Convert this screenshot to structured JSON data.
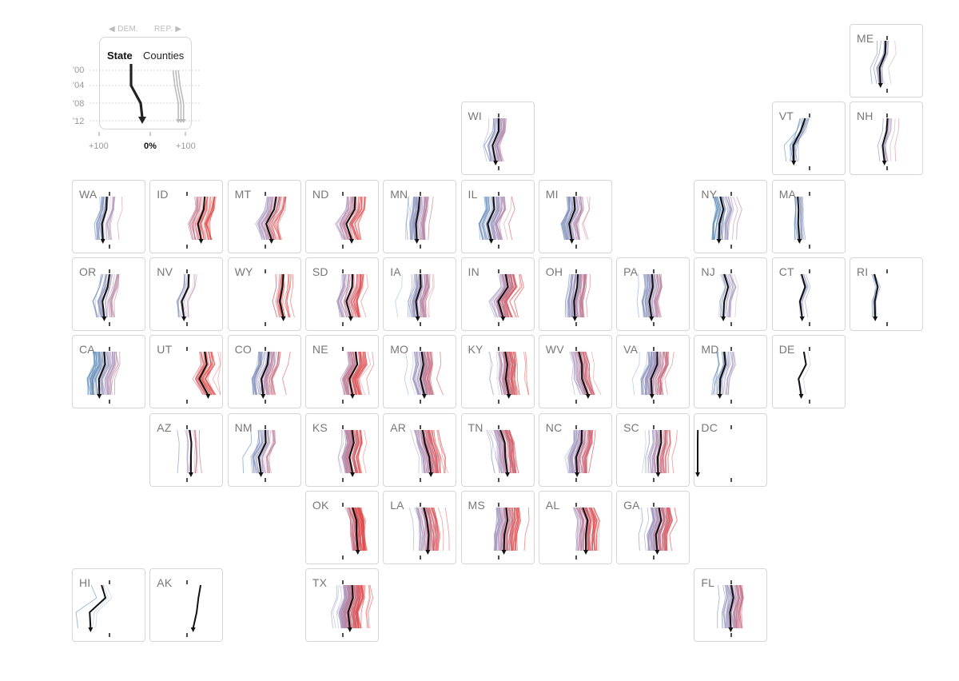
{
  "legend": {
    "dem_label": "◀ DEM.",
    "rep_label": "REP. ▶",
    "state_label": "State",
    "counties_label": "Counties",
    "years": [
      "'00",
      "'04",
      "'08",
      "'12"
    ],
    "left_tick": "+100",
    "center_tick": "0%",
    "right_tick": "+100"
  },
  "colors": {
    "dem": "#5b8db8",
    "rep": "#e04a4a",
    "state_line": "#111111",
    "border": "#d6d6d6"
  },
  "chart_data": {
    "type": "line",
    "x": [
      "'00",
      "'04",
      "'08",
      "'12"
    ],
    "x_range": [
      -100,
      100
    ],
    "grid": false,
    "states": [
      {
        "abbr": "ME",
        "row": 0,
        "col": 10,
        "county_count": 16,
        "county_spread": 6,
        "state_margin": [
          -3,
          -4,
          -17,
          -15
        ]
      },
      {
        "abbr": "WI",
        "row": 1,
        "col": 5,
        "county_count": 40,
        "county_spread": 16,
        "state_margin": [
          0,
          0,
          -14,
          -7
        ]
      },
      {
        "abbr": "VT",
        "row": 1,
        "col": 9,
        "county_count": 14,
        "county_spread": 8,
        "state_margin": [
          -10,
          -20,
          -37,
          -36
        ]
      },
      {
        "abbr": "NH",
        "row": 1,
        "col": 10,
        "county_count": 10,
        "county_spread": 7,
        "state_margin": [
          1,
          -1,
          -10,
          -6
        ]
      },
      {
        "abbr": "WA",
        "row": 2,
        "col": 0,
        "county_count": 30,
        "county_spread": 20,
        "state_margin": [
          -6,
          -7,
          -17,
          -15
        ]
      },
      {
        "abbr": "ID",
        "row": 2,
        "col": 1,
        "county_count": 40,
        "county_spread": 22,
        "state_margin": [
          40,
          38,
          25,
          32
        ]
      },
      {
        "abbr": "MT",
        "row": 2,
        "col": 2,
        "county_count": 45,
        "county_spread": 22,
        "state_margin": [
          25,
          20,
          2,
          14
        ]
      },
      {
        "abbr": "ND",
        "row": 2,
        "col": 3,
        "county_count": 45,
        "county_spread": 22,
        "state_margin": [
          28,
          27,
          8,
          20
        ]
      },
      {
        "abbr": "MN",
        "row": 2,
        "col": 4,
        "county_count": 50,
        "county_spread": 18,
        "state_margin": [
          -2,
          -4,
          -10,
          -8
        ]
      },
      {
        "abbr": "IL",
        "row": 2,
        "col": 5,
        "county_count": 55,
        "county_spread": 22,
        "state_margin": [
          -12,
          -10,
          -25,
          -17
        ]
      },
      {
        "abbr": "MI",
        "row": 2,
        "col": 6,
        "county_count": 50,
        "county_spread": 18,
        "state_margin": [
          -5,
          -3,
          -16,
          -10
        ]
      },
      {
        "abbr": "NY",
        "row": 2,
        "col": 8,
        "county_count": 45,
        "county_spread": 20,
        "state_margin": [
          -25,
          -18,
          -27,
          -28
        ]
      },
      {
        "abbr": "MA",
        "row": 2,
        "col": 9,
        "county_count": 14,
        "county_spread": 10,
        "state_margin": [
          -27,
          -25,
          -26,
          -23
        ]
      },
      {
        "abbr": "OR",
        "row": 3,
        "col": 0,
        "county_count": 34,
        "county_spread": 22,
        "state_margin": [
          0,
          -4,
          -16,
          -12
        ]
      },
      {
        "abbr": "NV",
        "row": 3,
        "col": 1,
        "county_count": 16,
        "county_spread": 18,
        "state_margin": [
          4,
          3,
          -12,
          -7
        ]
      },
      {
        "abbr": "WY",
        "row": 3,
        "col": 2,
        "county_count": 23,
        "county_spread": 18,
        "state_margin": [
          41,
          39,
          33,
          41
        ]
      },
      {
        "abbr": "SD",
        "row": 3,
        "col": 3,
        "county_count": 50,
        "county_spread": 22,
        "state_margin": [
          22,
          21,
          8,
          18
        ]
      },
      {
        "abbr": "IA",
        "row": 3,
        "col": 4,
        "county_count": 60,
        "county_spread": 18,
        "state_margin": [
          0,
          1,
          -10,
          -6
        ]
      },
      {
        "abbr": "IN",
        "row": 3,
        "col": 5,
        "county_count": 60,
        "county_spread": 18,
        "state_margin": [
          16,
          21,
          -1,
          10
        ]
      },
      {
        "abbr": "OH",
        "row": 3,
        "col": 6,
        "county_count": 60,
        "county_spread": 18,
        "state_margin": [
          4,
          2,
          -5,
          -3
        ]
      },
      {
        "abbr": "PA",
        "row": 3,
        "col": 7,
        "county_count": 50,
        "county_spread": 20,
        "state_margin": [
          -4,
          -2,
          -10,
          -5
        ]
      },
      {
        "abbr": "NJ",
        "row": 3,
        "col": 8,
        "county_count": 21,
        "county_spread": 14,
        "state_margin": [
          -16,
          -7,
          -16,
          -18
        ]
      },
      {
        "abbr": "CT",
        "row": 3,
        "col": 9,
        "county_count": 8,
        "county_spread": 8,
        "state_margin": [
          -18,
          -10,
          -22,
          -17
        ]
      },
      {
        "abbr": "RI",
        "row": 3,
        "col": 10,
        "county_count": 5,
        "county_spread": 6,
        "state_margin": [
          -29,
          -21,
          -28,
          -27
        ]
      },
      {
        "abbr": "CA",
        "row": 4,
        "col": 0,
        "county_count": 58,
        "county_spread": 26,
        "state_margin": [
          -12,
          -10,
          -24,
          -23
        ]
      },
      {
        "abbr": "UT",
        "row": 4,
        "col": 1,
        "county_count": 29,
        "county_spread": 16,
        "state_margin": [
          40,
          45,
          28,
          48
        ]
      },
      {
        "abbr": "CO",
        "row": 4,
        "col": 2,
        "county_count": 55,
        "county_spread": 24,
        "state_margin": [
          8,
          5,
          -9,
          -5
        ]
      },
      {
        "abbr": "NE",
        "row": 4,
        "col": 3,
        "county_count": 60,
        "county_spread": 20,
        "state_margin": [
          29,
          33,
          15,
          22
        ]
      },
      {
        "abbr": "MO",
        "row": 4,
        "col": 4,
        "county_count": 65,
        "county_spread": 18,
        "state_margin": [
          3,
          7,
          0,
          9
        ]
      },
      {
        "abbr": "KY",
        "row": 4,
        "col": 5,
        "county_count": 65,
        "county_spread": 18,
        "state_margin": [
          15,
          20,
          16,
          23
        ]
      },
      {
        "abbr": "WV",
        "row": 4,
        "col": 6,
        "county_count": 45,
        "county_spread": 16,
        "state_margin": [
          6,
          13,
          13,
          27
        ]
      },
      {
        "abbr": "VA",
        "row": 4,
        "col": 7,
        "county_count": 70,
        "county_spread": 24,
        "state_margin": [
          8,
          8,
          -6,
          -4
        ]
      },
      {
        "abbr": "MD",
        "row": 4,
        "col": 8,
        "county_count": 24,
        "county_spread": 18,
        "state_margin": [
          -16,
          -13,
          -25,
          -26
        ]
      },
      {
        "abbr": "DE",
        "row": 4,
        "col": 9,
        "county_count": 3,
        "county_spread": 8,
        "state_margin": [
          -13,
          -8,
          -25,
          -19
        ]
      },
      {
        "abbr": "AZ",
        "row": 5,
        "col": 1,
        "county_count": 15,
        "county_spread": 12,
        "state_margin": [
          6,
          10,
          9,
          9
        ]
      },
      {
        "abbr": "NM",
        "row": 5,
        "col": 2,
        "county_count": 33,
        "county_spread": 18,
        "state_margin": [
          0,
          1,
          -15,
          -10
        ]
      },
      {
        "abbr": "KS",
        "row": 5,
        "col": 3,
        "county_count": 70,
        "county_spread": 18,
        "state_margin": [
          21,
          25,
          15,
          22
        ]
      },
      {
        "abbr": "AR",
        "row": 5,
        "col": 4,
        "county_count": 65,
        "county_spread": 20,
        "state_margin": [
          5,
          10,
          20,
          24
        ]
      },
      {
        "abbr": "TN",
        "row": 5,
        "col": 5,
        "county_count": 65,
        "county_spread": 20,
        "state_margin": [
          4,
          14,
          15,
          20
        ]
      },
      {
        "abbr": "NC",
        "row": 5,
        "col": 6,
        "county_count": 70,
        "county_spread": 22,
        "state_margin": [
          13,
          12,
          0,
          2
        ]
      },
      {
        "abbr": "SC",
        "row": 5,
        "col": 7,
        "county_count": 46,
        "county_spread": 20,
        "state_margin": [
          16,
          17,
          9,
          10
        ]
      },
      {
        "abbr": "DC",
        "row": 5,
        "col": 8,
        "county_count": 0,
        "county_spread": 0,
        "state_margin": [
          -76,
          -80,
          -86,
          -84
        ]
      },
      {
        "abbr": "OK",
        "row": 6,
        "col": 3,
        "county_count": 70,
        "county_spread": 16,
        "state_margin": [
          22,
          31,
          31,
          34
        ]
      },
      {
        "abbr": "LA",
        "row": 6,
        "col": 4,
        "county_count": 60,
        "county_spread": 22,
        "state_margin": [
          8,
          15,
          19,
          17
        ]
      },
      {
        "abbr": "MS",
        "row": 6,
        "col": 5,
        "county_count": 75,
        "county_spread": 26,
        "state_margin": [
          17,
          20,
          13,
          12
        ]
      },
      {
        "abbr": "AL",
        "row": 6,
        "col": 6,
        "county_count": 65,
        "county_spread": 24,
        "state_margin": [
          15,
          26,
          22,
          22
        ]
      },
      {
        "abbr": "GA",
        "row": 6,
        "col": 7,
        "county_count": 80,
        "county_spread": 22,
        "state_margin": [
          12,
          17,
          5,
          8
        ]
      },
      {
        "abbr": "HI",
        "row": 7,
        "col": 0,
        "county_count": 4,
        "county_spread": 6,
        "state_margin": [
          -18,
          -9,
          -45,
          -43
        ]
      },
      {
        "abbr": "AK",
        "row": 7,
        "col": 1,
        "county_count": 0,
        "county_spread": 0,
        "state_margin": [
          31,
          26,
          22,
          14
        ]
      },
      {
        "abbr": "TX",
        "row": 7,
        "col": 3,
        "county_count": 110,
        "county_spread": 22,
        "state_margin": [
          21,
          23,
          12,
          16
        ]
      },
      {
        "abbr": "FL",
        "row": 7,
        "col": 8,
        "county_count": 55,
        "county_spread": 22,
        "state_margin": [
          0,
          5,
          -3,
          -1
        ]
      }
    ]
  }
}
